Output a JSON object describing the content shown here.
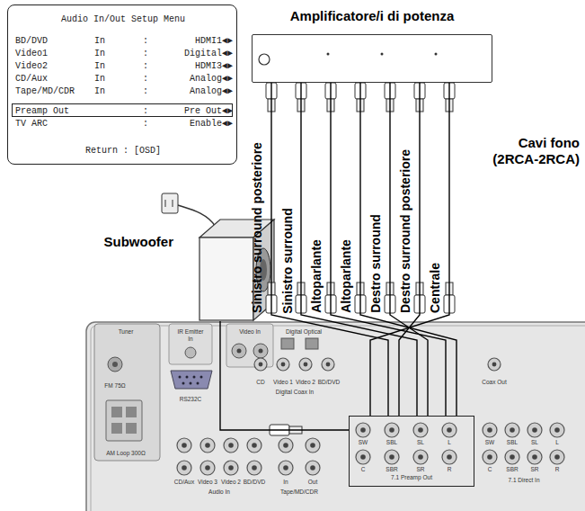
{
  "diagram": {
    "nodes": [
      {
        "text": [
          "Audio In/Out Setup Menu",
          "BD/DVD",
          "In",
          ":",
          "HDMI1◄►",
          "Video1",
          "In",
          ":",
          "Digital◄►",
          "Video2",
          "In",
          ":",
          "HDMI3◄►",
          "CD/Aux",
          "In",
          ":",
          "Analog◄►",
          "Tape/MD/CDR",
          "In",
          ":",
          "Analog◄►",
          "Preamp Out",
          ":",
          "Pre Out◄►",
          "TV ARC",
          ":",
          "Enable◄►",
          "Return : [OSD]"
        ]
      },
      {
        "text": [
          "Amplificatore/i di potenza"
        ]
      },
      {
        "text": [
          "Subwoofer"
        ]
      },
      {
        "text": [
          "7.1 Preamp Out"
        ]
      }
    ],
    "edges": [
      {
        "from": 1,
        "to": 3,
        "arrow": "none",
        "label": "Sinistro surround posteriore"
      },
      {
        "from": 1,
        "to": 3,
        "arrow": "none",
        "label": "Sinistro surround"
      },
      {
        "from": 1,
        "to": 3,
        "arrow": "none",
        "label": "Altoparlante"
      },
      {
        "from": 1,
        "to": 3,
        "arrow": "none",
        "label": "Altoparlante"
      },
      {
        "from": 1,
        "to": 3,
        "arrow": "none",
        "label": "Destro surround"
      },
      {
        "from": 1,
        "to": 3,
        "arrow": "none",
        "label": "Destro surround posteriore"
      },
      {
        "from": 1,
        "to": 3,
        "arrow": "none",
        "label": "Centrale"
      },
      {
        "from": 2,
        "to": 3,
        "arrow": "none"
      }
    ],
    "labels": [
      "Cavi fono (2RCA-2RCA)",
      "Tuner",
      "IR Emitter",
      "In",
      "Video In",
      "Digital Optical",
      "FM 75Ω",
      "AM Loop 300Ω",
      "RS232C",
      "CD",
      "Video 1",
      "Video 2",
      "BD/DVD",
      "Digital Coax In",
      "Coax Out",
      "CD/Aux",
      "Video 3",
      "Video 2",
      "BD/DVD",
      "Audio In",
      "In",
      "Out",
      "Tape/MD/CDR",
      "SW",
      "SBL",
      "SL",
      "L",
      "C",
      "SBR",
      "SR",
      "R",
      "SW",
      "SBL",
      "SL",
      "L",
      "C",
      "SBR",
      "SR",
      "R",
      "7.1 Direct In"
    ]
  }
}
